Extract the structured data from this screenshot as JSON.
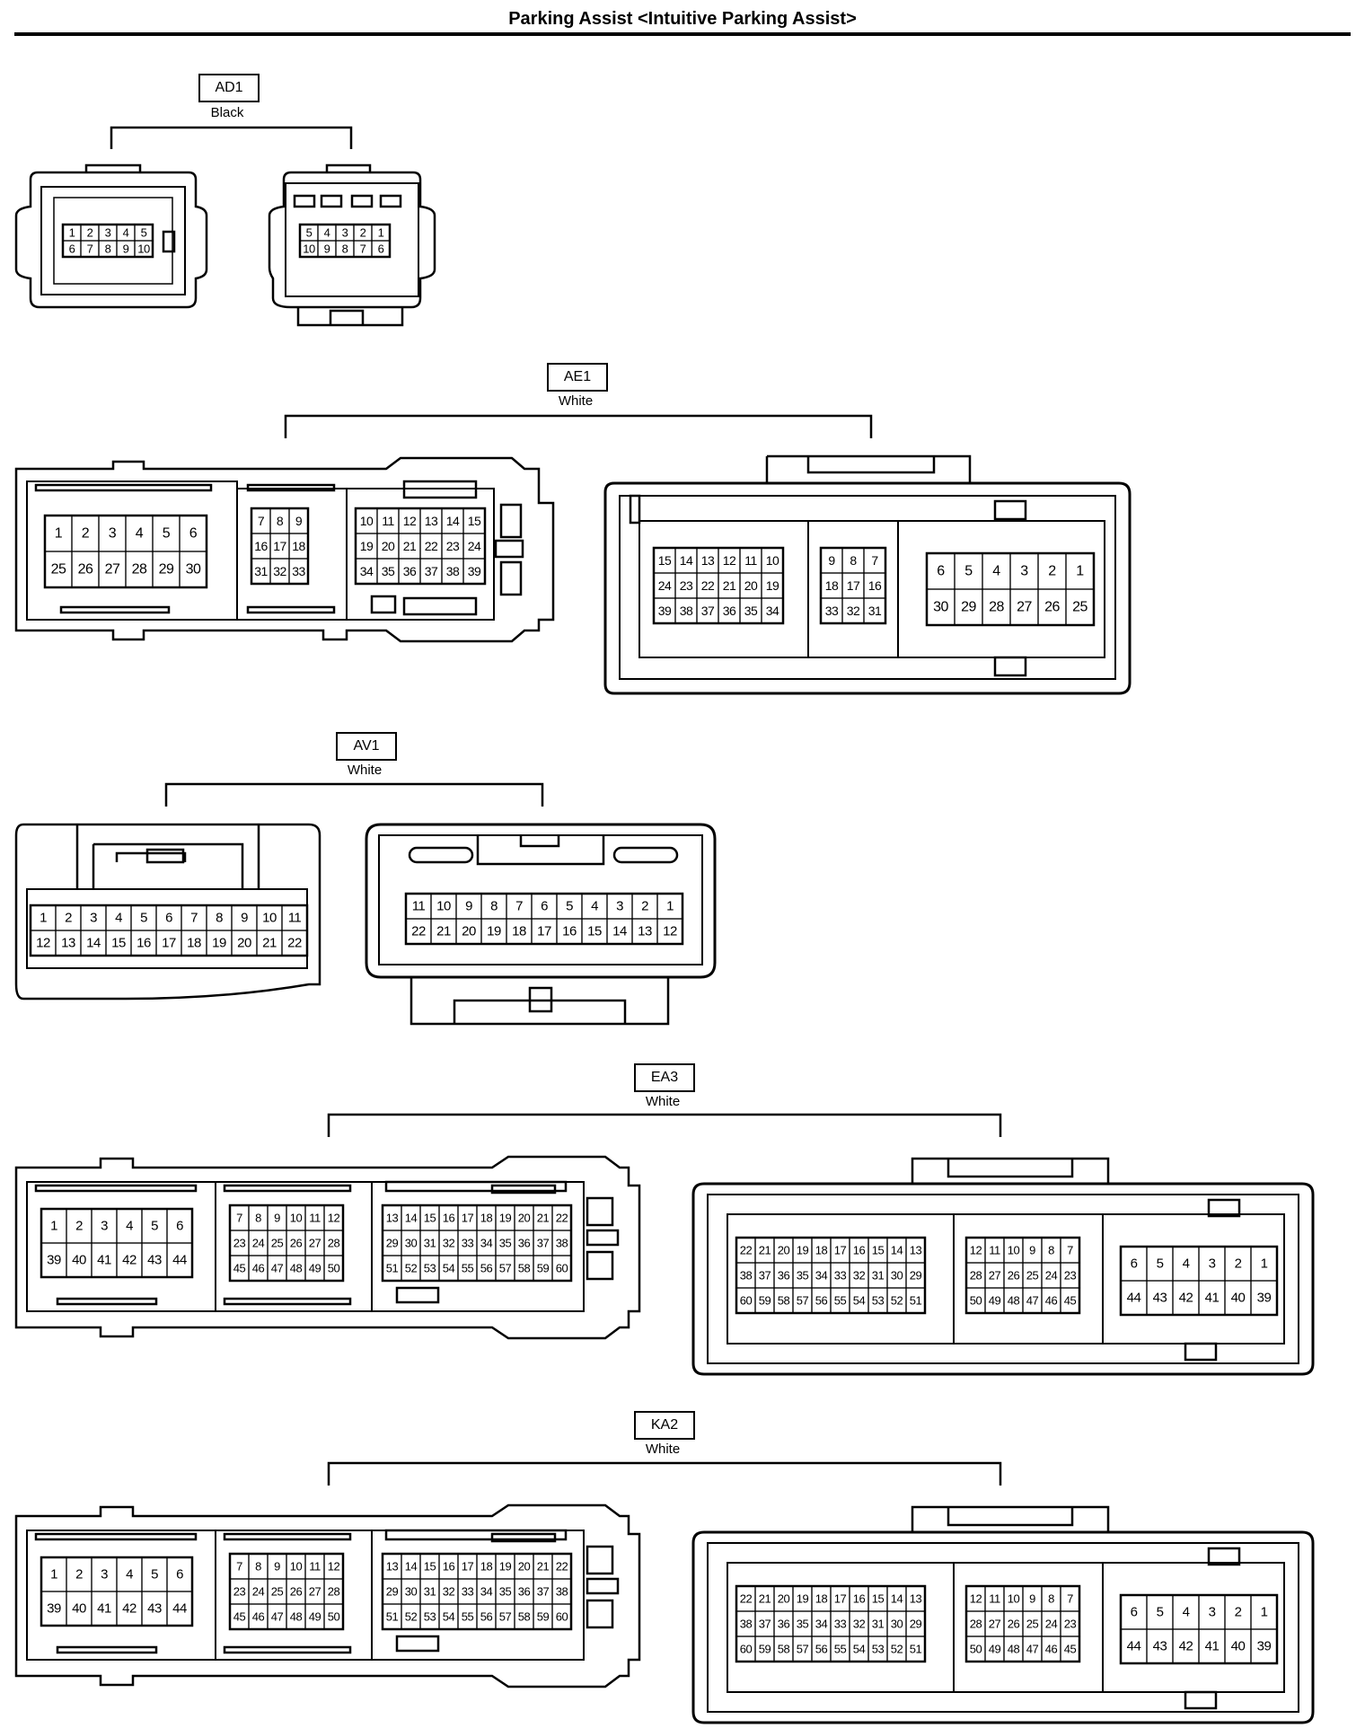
{
  "page_title": "Parking Assist <Intuitive Parking Assist>",
  "connectors": [
    {
      "code": "AD1",
      "color": "Black",
      "views": [
        [
          [
            [
              "1",
              "2",
              "3",
              "4",
              "5"
            ],
            [
              "6",
              "7",
              "8",
              "9",
              "10"
            ]
          ]
        ],
        [
          [
            [
              "5",
              "4",
              "3",
              "2",
              "1"
            ],
            [
              "10",
              "9",
              "8",
              "7",
              "6"
            ]
          ]
        ]
      ]
    },
    {
      "code": "AE1",
      "color": "White",
      "views": [
        [
          [
            [
              "1",
              "2",
              "3",
              "4",
              "5",
              "6"
            ],
            [
              "25",
              "26",
              "27",
              "28",
              "29",
              "30"
            ]
          ],
          [
            [
              "7",
              "8",
              "9"
            ],
            [
              "16",
              "17",
              "18"
            ],
            [
              "31",
              "32",
              "33"
            ]
          ],
          [
            [
              "10",
              "11",
              "12",
              "13",
              "14",
              "15"
            ],
            [
              "19",
              "20",
              "21",
              "22",
              "23",
              "24"
            ],
            [
              "34",
              "35",
              "36",
              "37",
              "38",
              "39"
            ]
          ]
        ],
        [
          [
            [
              "15",
              "14",
              "13",
              "12",
              "11",
              "10"
            ],
            [
              "24",
              "23",
              "22",
              "21",
              "20",
              "19"
            ],
            [
              "39",
              "38",
              "37",
              "36",
              "35",
              "34"
            ]
          ],
          [
            [
              "9",
              "8",
              "7"
            ],
            [
              "18",
              "17",
              "16"
            ],
            [
              "33",
              "32",
              "31"
            ]
          ],
          [
            [
              "6",
              "5",
              "4",
              "3",
              "2",
              "1"
            ],
            [
              "30",
              "29",
              "28",
              "27",
              "26",
              "25"
            ]
          ]
        ]
      ]
    },
    {
      "code": "AV1",
      "color": "White",
      "views": [
        [
          [
            [
              "1",
              "2",
              "3",
              "4",
              "5",
              "6",
              "7",
              "8",
              "9",
              "10",
              "11"
            ],
            [
              "12",
              "13",
              "14",
              "15",
              "16",
              "17",
              "18",
              "19",
              "20",
              "21",
              "22"
            ]
          ]
        ],
        [
          [
            [
              "11",
              "10",
              "9",
              "8",
              "7",
              "6",
              "5",
              "4",
              "3",
              "2",
              "1"
            ],
            [
              "22",
              "21",
              "20",
              "19",
              "18",
              "17",
              "16",
              "15",
              "14",
              "13",
              "12"
            ]
          ]
        ]
      ]
    },
    {
      "code": "EA3",
      "color": "White",
      "views": [
        [
          [
            [
              "1",
              "2",
              "3",
              "4",
              "5",
              "6"
            ],
            [
              "39",
              "40",
              "41",
              "42",
              "43",
              "44"
            ]
          ],
          [
            [
              "7",
              "8",
              "9",
              "10",
              "11",
              "12"
            ],
            [
              "23",
              "24",
              "25",
              "26",
              "27",
              "28"
            ],
            [
              "45",
              "46",
              "47",
              "48",
              "49",
              "50"
            ]
          ],
          [
            [
              "13",
              "14",
              "15",
              "16",
              "17",
              "18",
              "19",
              "20",
              "21",
              "22"
            ],
            [
              "29",
              "30",
              "31",
              "32",
              "33",
              "34",
              "35",
              "36",
              "37",
              "38"
            ],
            [
              "51",
              "52",
              "53",
              "54",
              "55",
              "56",
              "57",
              "58",
              "59",
              "60"
            ]
          ]
        ],
        [
          [
            [
              "22",
              "21",
              "20",
              "19",
              "18",
              "17",
              "16",
              "15",
              "14",
              "13"
            ],
            [
              "38",
              "37",
              "36",
              "35",
              "34",
              "33",
              "32",
              "31",
              "30",
              "29"
            ],
            [
              "60",
              "59",
              "58",
              "57",
              "56",
              "55",
              "54",
              "53",
              "52",
              "51"
            ]
          ],
          [
            [
              "12",
              "11",
              "10",
              "9",
              "8",
              "7"
            ],
            [
              "28",
              "27",
              "26",
              "25",
              "24",
              "23"
            ],
            [
              "50",
              "49",
              "48",
              "47",
              "46",
              "45"
            ]
          ],
          [
            [
              "6",
              "5",
              "4",
              "3",
              "2",
              "1"
            ],
            [
              "44",
              "43",
              "42",
              "41",
              "40",
              "39"
            ]
          ]
        ]
      ]
    },
    {
      "code": "KA2",
      "color": "White",
      "views": [
        [
          [
            [
              "1",
              "2",
              "3",
              "4",
              "5",
              "6"
            ],
            [
              "39",
              "40",
              "41",
              "42",
              "43",
              "44"
            ]
          ],
          [
            [
              "7",
              "8",
              "9",
              "10",
              "11",
              "12"
            ],
            [
              "23",
              "24",
              "25",
              "26",
              "27",
              "28"
            ],
            [
              "45",
              "46",
              "47",
              "48",
              "49",
              "50"
            ]
          ],
          [
            [
              "13",
              "14",
              "15",
              "16",
              "17",
              "18",
              "19",
              "20",
              "21",
              "22"
            ],
            [
              "29",
              "30",
              "31",
              "32",
              "33",
              "34",
              "35",
              "36",
              "37",
              "38"
            ],
            [
              "51",
              "52",
              "53",
              "54",
              "55",
              "56",
              "57",
              "58",
              "59",
              "60"
            ]
          ]
        ],
        [
          [
            [
              "22",
              "21",
              "20",
              "19",
              "18",
              "17",
              "16",
              "15",
              "14",
              "13"
            ],
            [
              "38",
              "37",
              "36",
              "35",
              "34",
              "33",
              "32",
              "31",
              "30",
              "29"
            ],
            [
              "60",
              "59",
              "58",
              "57",
              "56",
              "55",
              "54",
              "53",
              "52",
              "51"
            ]
          ],
          [
            [
              "12",
              "11",
              "10",
              "9",
              "8",
              "7"
            ],
            [
              "28",
              "27",
              "26",
              "25",
              "24",
              "23"
            ],
            [
              "50",
              "49",
              "48",
              "47",
              "46",
              "45"
            ]
          ],
          [
            [
              "6",
              "5",
              "4",
              "3",
              "2",
              "1"
            ],
            [
              "44",
              "43",
              "42",
              "41",
              "40",
              "39"
            ]
          ]
        ]
      ]
    }
  ]
}
